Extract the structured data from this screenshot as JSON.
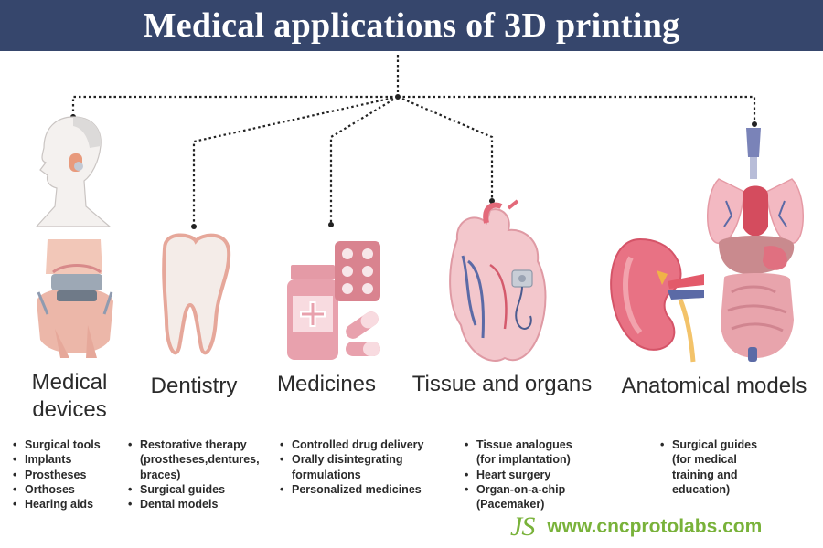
{
  "title": "Medical applications of 3D printing",
  "categories": [
    {
      "heading_lines": [
        "Medical",
        "devices"
      ],
      "items": [
        "Surgical tools",
        "Implants",
        "Prostheses",
        "Orthoses",
        "Hearing aids"
      ]
    },
    {
      "heading_lines": [
        "Dentistry"
      ],
      "items": [
        "Restorative therapy (prostheses,dentures, braces)",
        "Surgical guides",
        "Dental models"
      ]
    },
    {
      "heading_lines": [
        "Medicines"
      ],
      "items": [
        "Controlled drug delivery",
        "Orally disintegrating formulations",
        "Personalized medicines"
      ]
    },
    {
      "heading_lines": [
        "Tissue and organs"
      ],
      "items": [
        "Tissue analogues (for implantation)",
        "Heart surgery",
        "Organ-on-a-chip (Pacemaker)"
      ]
    },
    {
      "heading_lines": [
        "Anatomical models"
      ],
      "items": [
        "Surgical guides (for medical training and education)"
      ]
    }
  ],
  "brand": {
    "logo_text": "JS",
    "url": "www.cncprotolabs.com"
  },
  "colors": {
    "title_bar": "#36466c",
    "brand_green": "#79b23a",
    "illustration_pink": "#e8a1ad",
    "connector": "#222222"
  },
  "icons": [
    "head-profile-icon",
    "knee-implant-icon",
    "tooth-icon",
    "pill-bottle-icon",
    "blister-pack-icon",
    "capsule-icon",
    "heart-icon",
    "pacemaker-icon",
    "kidney-icon",
    "torso-organs-icon"
  ]
}
